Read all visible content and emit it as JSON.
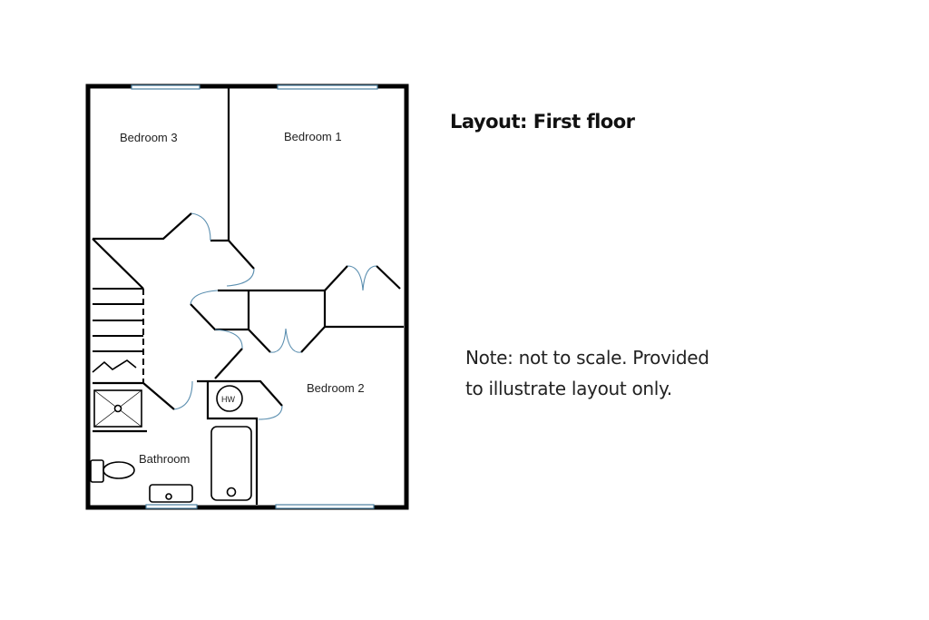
{
  "title": "Layout: First floor",
  "note": {
    "line1": "Note: not to scale. Provided",
    "line2": "to illustrate layout only."
  },
  "rooms": {
    "bedroom1": "Bedroom 1",
    "bedroom2": "Bedroom 2",
    "bedroom3": "Bedroom 3",
    "bathroom": "Bathroom",
    "hot_water": "HW"
  },
  "colors": {
    "wall": "#000000",
    "window": "#4a7fa0",
    "door_swing": "#5b8fb0"
  }
}
